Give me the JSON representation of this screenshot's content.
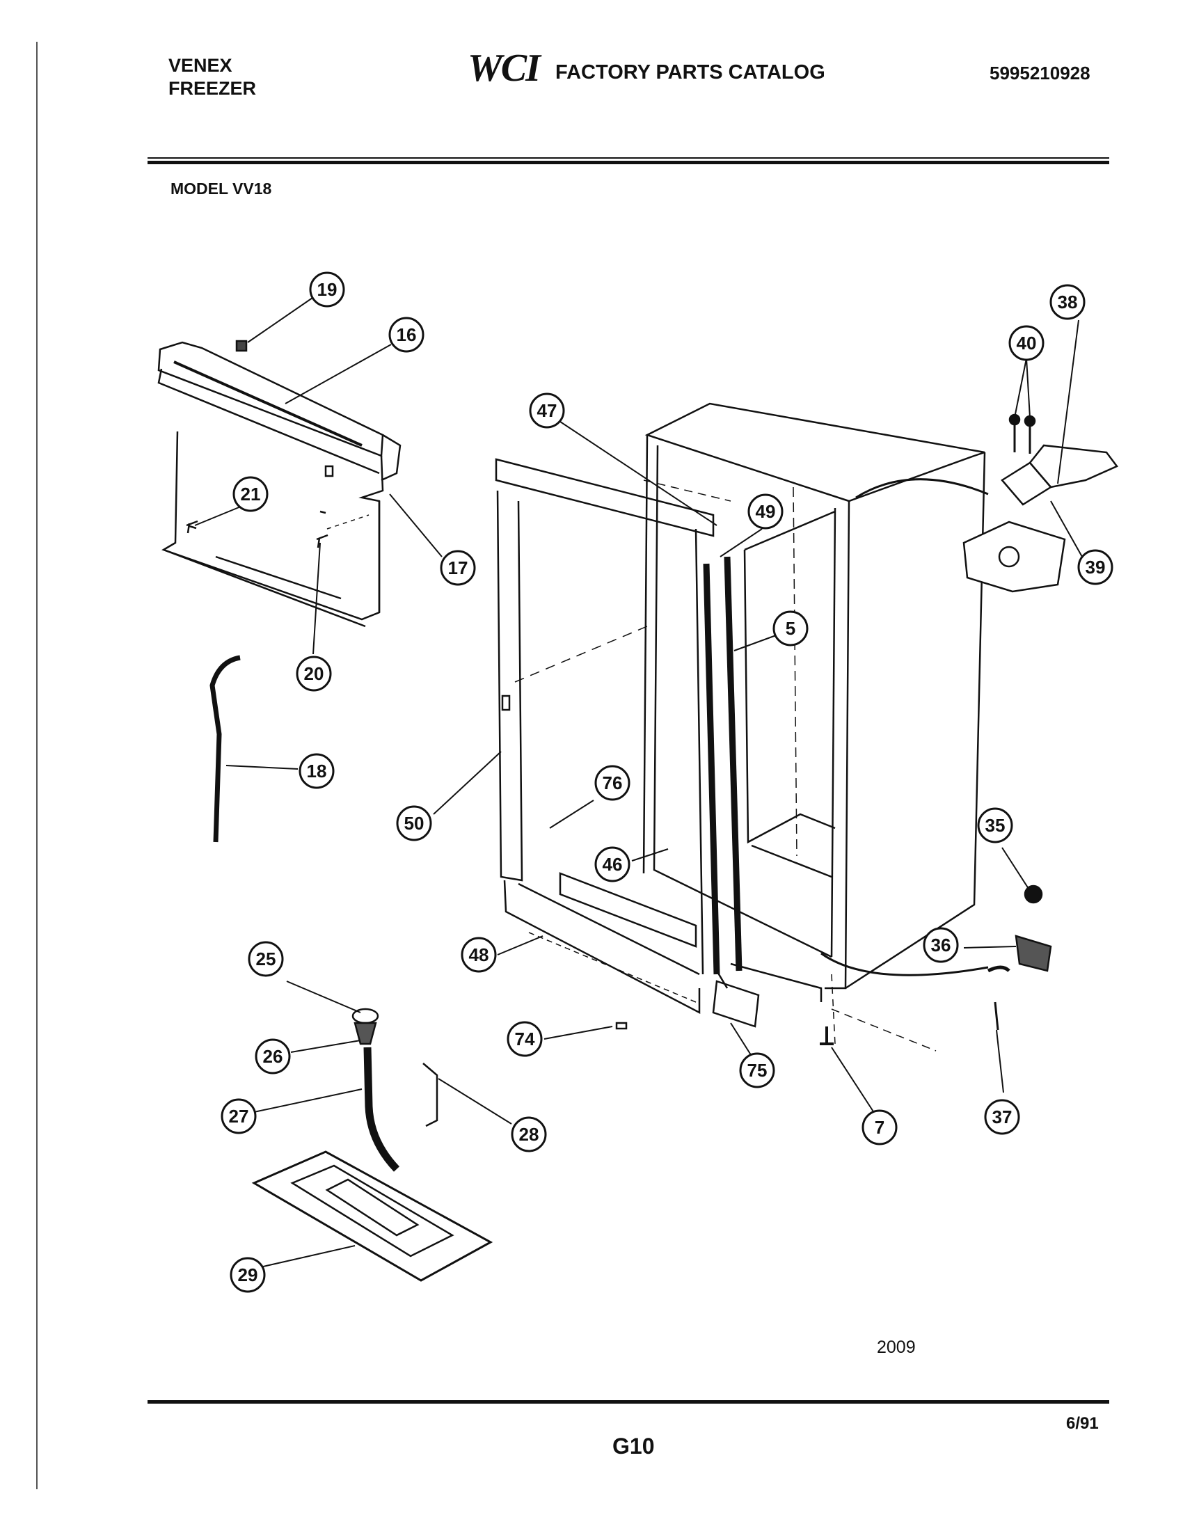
{
  "header": {
    "brand_line1": "VENEX",
    "brand_line2": "FREEZER",
    "logo_text": "WCI",
    "catalog_title": "FACTORY PARTS CATALOG",
    "catalog_number": "5995210928",
    "model": "MODEL VV18"
  },
  "callouts": [
    "19",
    "16",
    "21",
    "17",
    "20",
    "18",
    "47",
    "49",
    "5",
    "50",
    "76",
    "46",
    "48",
    "74",
    "75",
    "7",
    "38",
    "40",
    "39",
    "35",
    "36",
    "37",
    "25",
    "26",
    "27",
    "28",
    "29"
  ],
  "footer": {
    "diagram_number": "2009",
    "page_number": "G10",
    "date": "6/91"
  }
}
